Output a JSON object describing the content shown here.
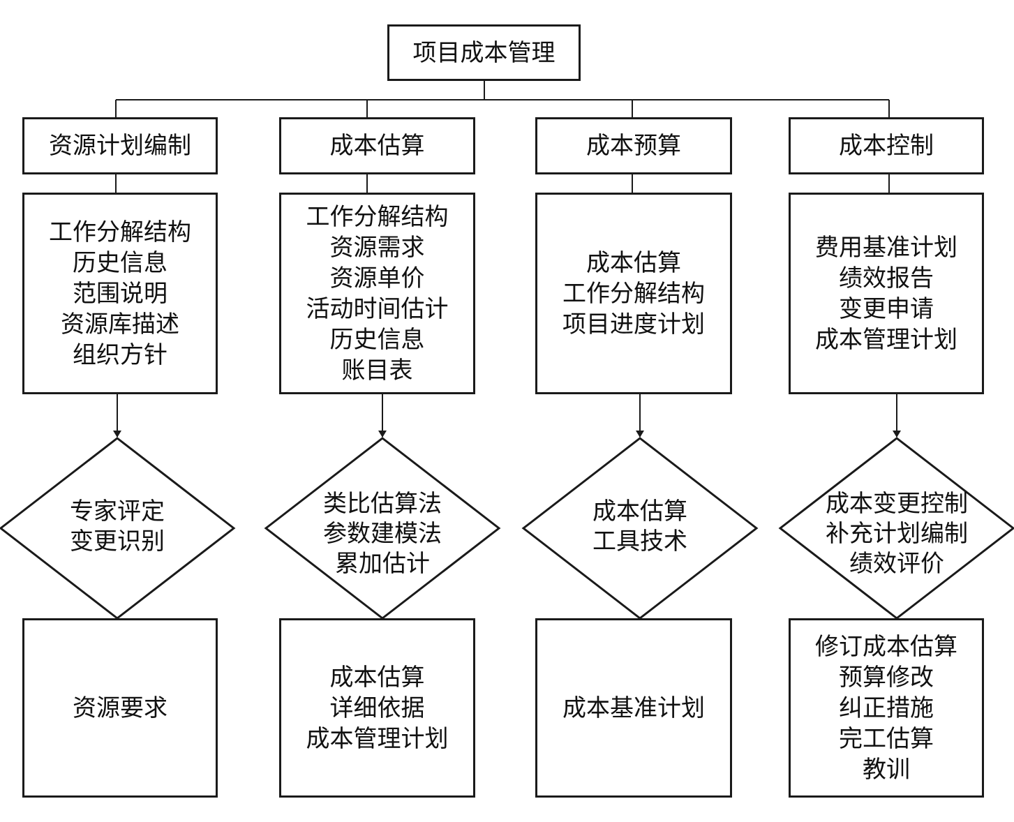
{
  "root": {
    "title": "项目成本管理"
  },
  "columns": [
    {
      "header": "资源计划编制",
      "inputs": [
        "工作分解结构",
        "历史信息",
        "范围说明",
        "资源库描述",
        "组织方针"
      ],
      "tools": [
        "专家评定",
        "变更识别"
      ],
      "outputs": [
        "资源要求"
      ]
    },
    {
      "header": "成本估算",
      "inputs": [
        "工作分解结构",
        "资源需求",
        "资源单价",
        "活动时间估计",
        "历史信息",
        "账目表"
      ],
      "tools": [
        "类比估算法",
        "参数建模法",
        "累加估计"
      ],
      "outputs": [
        "成本估算",
        "详细依据",
        "成本管理计划"
      ]
    },
    {
      "header": "成本预算",
      "inputs": [
        "成本估算",
        "工作分解结构",
        "项目进度计划"
      ],
      "tools": [
        "成本估算",
        "工具技术"
      ],
      "outputs": [
        "成本基准计划"
      ]
    },
    {
      "header": "成本控制",
      "inputs": [
        "费用基准计划",
        "绩效报告",
        "变更申请",
        "成本管理计划"
      ],
      "tools": [
        "成本变更控制",
        "补充计划编制",
        "绩效评价"
      ],
      "outputs": [
        "修订成本估算",
        "预算修改",
        "纠正措施",
        "完工估算",
        "教训"
      ]
    }
  ]
}
